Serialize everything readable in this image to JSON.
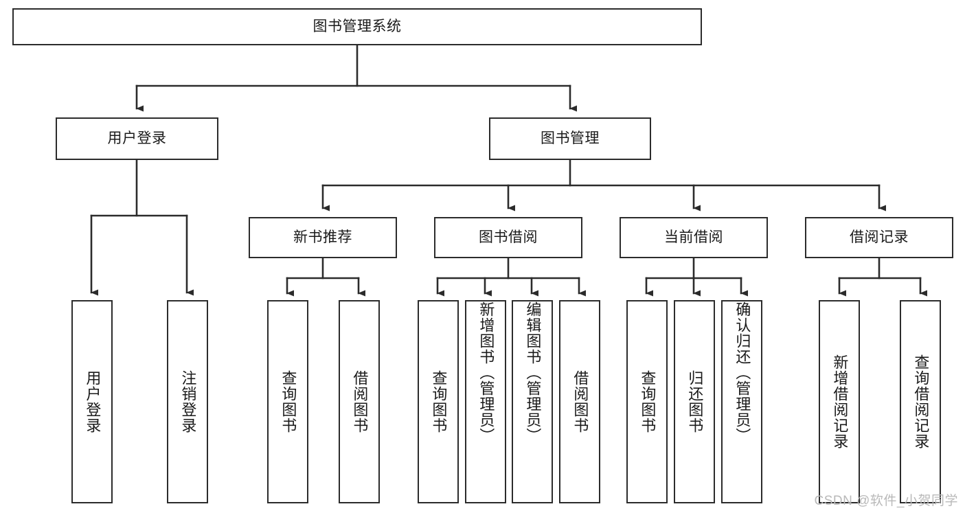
{
  "diagram": {
    "title": "图书管理系统",
    "watermark": "CSDN @软件_小贺同学",
    "line_color": "#2b2b2b",
    "text_color": "#1a1a1a",
    "background": "#ffffff",
    "levels": {
      "root": {
        "label": "图书管理系统"
      },
      "level2": [
        {
          "label": "用户登录"
        },
        {
          "label": "图书管理"
        }
      ],
      "level3": [
        {
          "label": "新书推荐"
        },
        {
          "label": "图书借阅"
        },
        {
          "label": "当前借阅"
        },
        {
          "label": "借阅记录"
        }
      ],
      "leaves": {
        "user_login": [
          {
            "label": "用户登录"
          },
          {
            "label": "注销登录"
          }
        ],
        "new_book_recommend": [
          {
            "label": "查询图书"
          },
          {
            "label": "借阅图书"
          }
        ],
        "book_borrow": [
          {
            "label": "查询图书"
          },
          {
            "label": "新增图书（管理员）"
          },
          {
            "label": "编辑图书（管理员）"
          },
          {
            "label": "借阅图书"
          }
        ],
        "current_borrow": [
          {
            "label": "查询图书"
          },
          {
            "label": "归还图书"
          },
          {
            "label": "确认归还（管理员）"
          }
        ],
        "borrow_record": [
          {
            "label": "新增借阅记录"
          },
          {
            "label": "查询借阅记录"
          }
        ]
      }
    }
  }
}
